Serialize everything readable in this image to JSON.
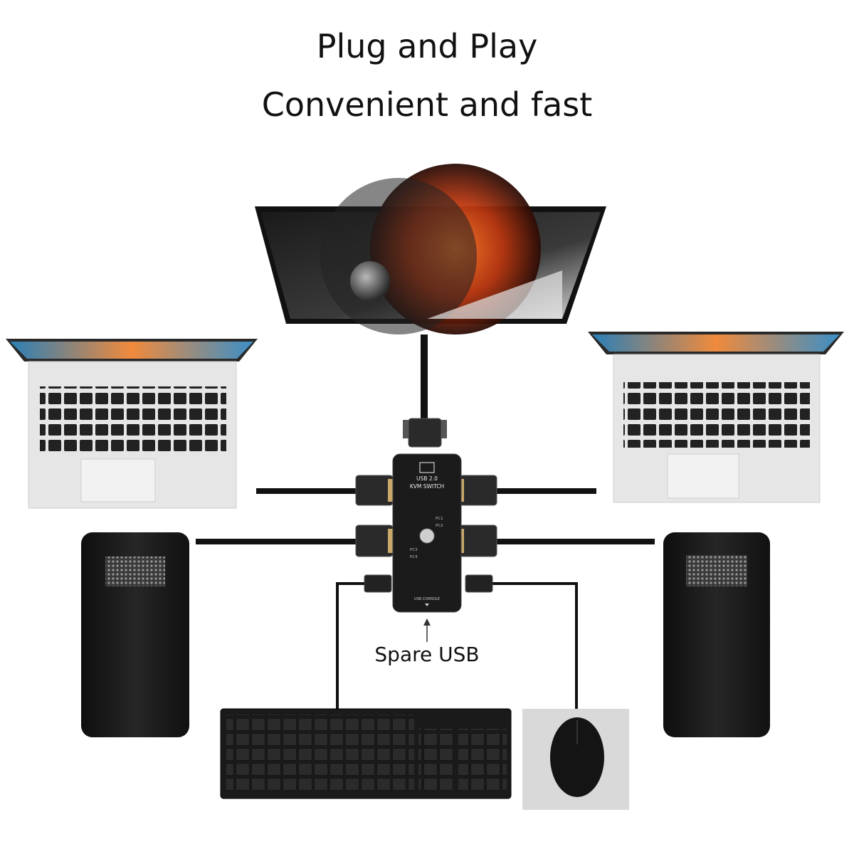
{
  "headline": {
    "line1": "Plug and Play",
    "line2": "Convenient and fast"
  },
  "kvm_switch": {
    "line1": "USB 2.0",
    "line2": "KVM SWITCH",
    "port_pc1": "PC1",
    "port_pc2": "PC2",
    "port_pc3": "PC3",
    "port_pc4": "PC4",
    "console": "USB CONSOLE"
  },
  "annotation": {
    "spare_usb": "Spare USB"
  },
  "colors": {
    "cable": "#111111",
    "device_body": "#1a1a1a",
    "laptop_silver": "#e4e4e4"
  }
}
